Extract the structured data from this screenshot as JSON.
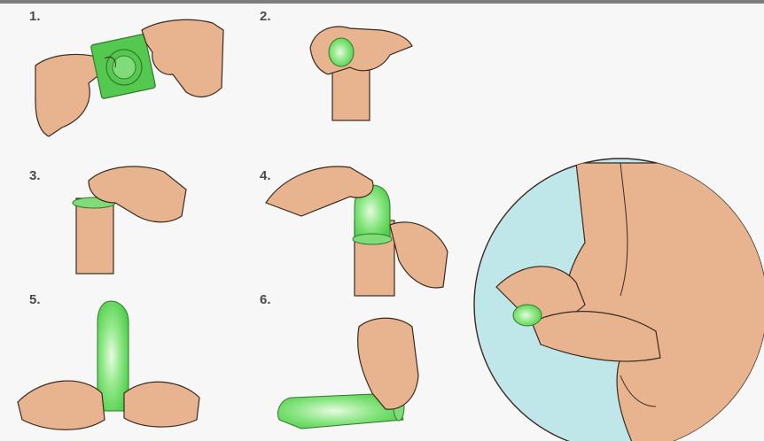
{
  "steps": [
    {
      "number": "1."
    },
    {
      "number": "2."
    },
    {
      "number": "3."
    },
    {
      "number": "4."
    },
    {
      "number": "5."
    },
    {
      "number": "6."
    }
  ],
  "colors": {
    "skin": "#e8b48f",
    "skin_shadow": "#c98f6a",
    "outline": "#3a2a20",
    "condom_green": "#6fdc6a",
    "condom_light": "#c9f5c0",
    "packet_green": "#55c94f",
    "circle_bg": "#bfe6e8"
  }
}
